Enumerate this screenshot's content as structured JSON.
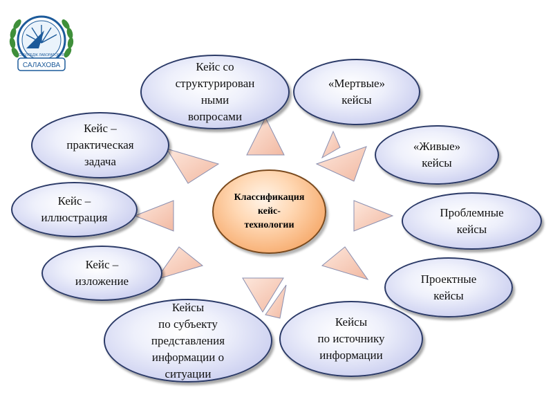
{
  "logo": {
    "name": "СКОЛЛЕДЖ ЛАБОРАТОРИЯ",
    "brand": "САЛАХОВА",
    "colors": {
      "ring": "#1c5a9a",
      "laurel": "#3f8f3a"
    }
  },
  "center": {
    "label": "Классификация\nкейс-\nтехнологии"
  },
  "nodes": [
    {
      "id": "structured",
      "label": "Кейс со\nструктурирован\nными\nвопросами"
    },
    {
      "id": "dead",
      "label": "«Мертвые»\nкейсы"
    },
    {
      "id": "alive",
      "label": "«Живые»\nкейсы"
    },
    {
      "id": "problem",
      "label": "Проблемные\nкейсы"
    },
    {
      "id": "project",
      "label": "Проектные\nкейсы"
    },
    {
      "id": "source",
      "label": "Кейсы\nпо источнику\nинформации"
    },
    {
      "id": "subject",
      "label": "Кейсы\nпо субъекту\nпредставления\nинформации о\nситуации"
    },
    {
      "id": "statement",
      "label": "Кейс –\nизложение"
    },
    {
      "id": "illustration",
      "label": "Кейс –\nиллюстрация"
    },
    {
      "id": "practical",
      "label": "Кейс –\nпрактическая\nзадача"
    }
  ],
  "colors": {
    "node_fill": "#c9cdef",
    "node_border": "#2b3a67",
    "center_fill": "#f7ae72",
    "arrow_fill": "#f6c9b4",
    "arrow_stroke": "#8a8fb0"
  }
}
